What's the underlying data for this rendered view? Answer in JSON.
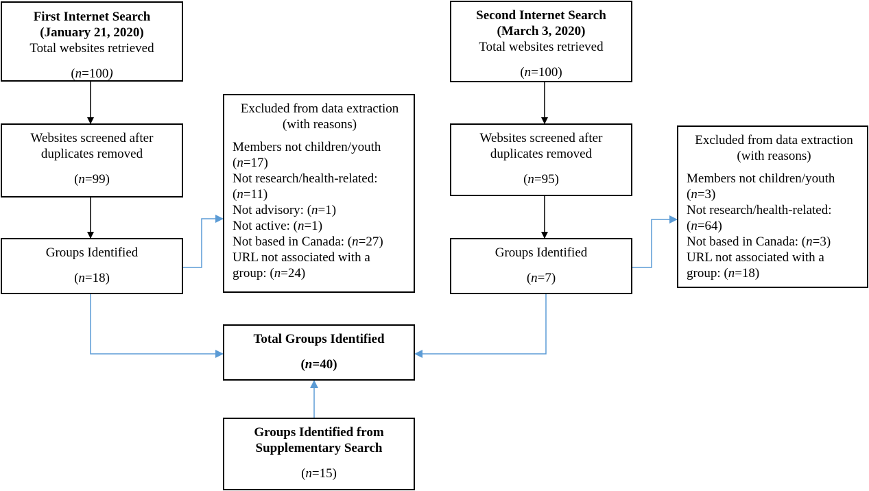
{
  "first_search": {
    "title_line1": "First Internet Search",
    "title_line2": "(January 21, 2020)",
    "subtitle": "Total websites retrieved",
    "n_var": "n",
    "n_value": "=100",
    "n_open": "(",
    "n_close": ")"
  },
  "first_screened": {
    "line1": "Websites screened after",
    "line2": "duplicates removed",
    "n_var": "n",
    "n_value": "=99"
  },
  "first_groups": {
    "label": "Groups Identified",
    "n_var": "n",
    "n_value": "=18"
  },
  "first_excluded": {
    "title_line1": "Excluded from data extraction",
    "title_line2": "(with reasons)",
    "reasons": [
      {
        "text": "Members not children/youth",
        "n_line": "=17"
      },
      {
        "text": "Not research/health-related:",
        "n_line": "=11"
      },
      {
        "text": "Not advisory: ",
        "n_inline": "=1"
      },
      {
        "text": "Not active: ",
        "n_inline": "=1"
      },
      {
        "text": "Not based in Canada: ",
        "n_inline": "=27"
      },
      {
        "text": "URL not associated with a",
        "text2": "group: ",
        "n_inline": "=24"
      }
    ]
  },
  "second_search": {
    "title_line1": "Second Internet Search",
    "title_line2": "(March 3, 2020)",
    "subtitle": "Total websites retrieved",
    "n_var": "n",
    "n_value": "=100"
  },
  "second_screened": {
    "line1": "Websites screened after",
    "line2": "duplicates removed",
    "n_var": "n",
    "n_value": "=95"
  },
  "second_groups": {
    "label": "Groups Identified",
    "n_var": "n",
    "n_value": "=7"
  },
  "second_excluded": {
    "title_line1": "Excluded from data extraction",
    "title_line2": "(with reasons)",
    "reasons": [
      {
        "text": "Members not children/youth",
        "n_line": "=3"
      },
      {
        "text": "Not research/health-related:",
        "n_line": "=64"
      },
      {
        "text": "Not based in Canada: ",
        "n_inline": "=3"
      },
      {
        "text": "URL not associated with a",
        "text2": "group: ",
        "n_inline": "=18"
      }
    ]
  },
  "total": {
    "label": "Total Groups Identified",
    "n_var": "n",
    "n_value": "=40"
  },
  "supplementary": {
    "line1": "Groups Identified from",
    "line2": "Supplementary Search",
    "n_var": "n",
    "n_value": "=15"
  },
  "colors": {
    "black_arrow": "#000000",
    "blue_arrow": "#5b9bd5"
  }
}
